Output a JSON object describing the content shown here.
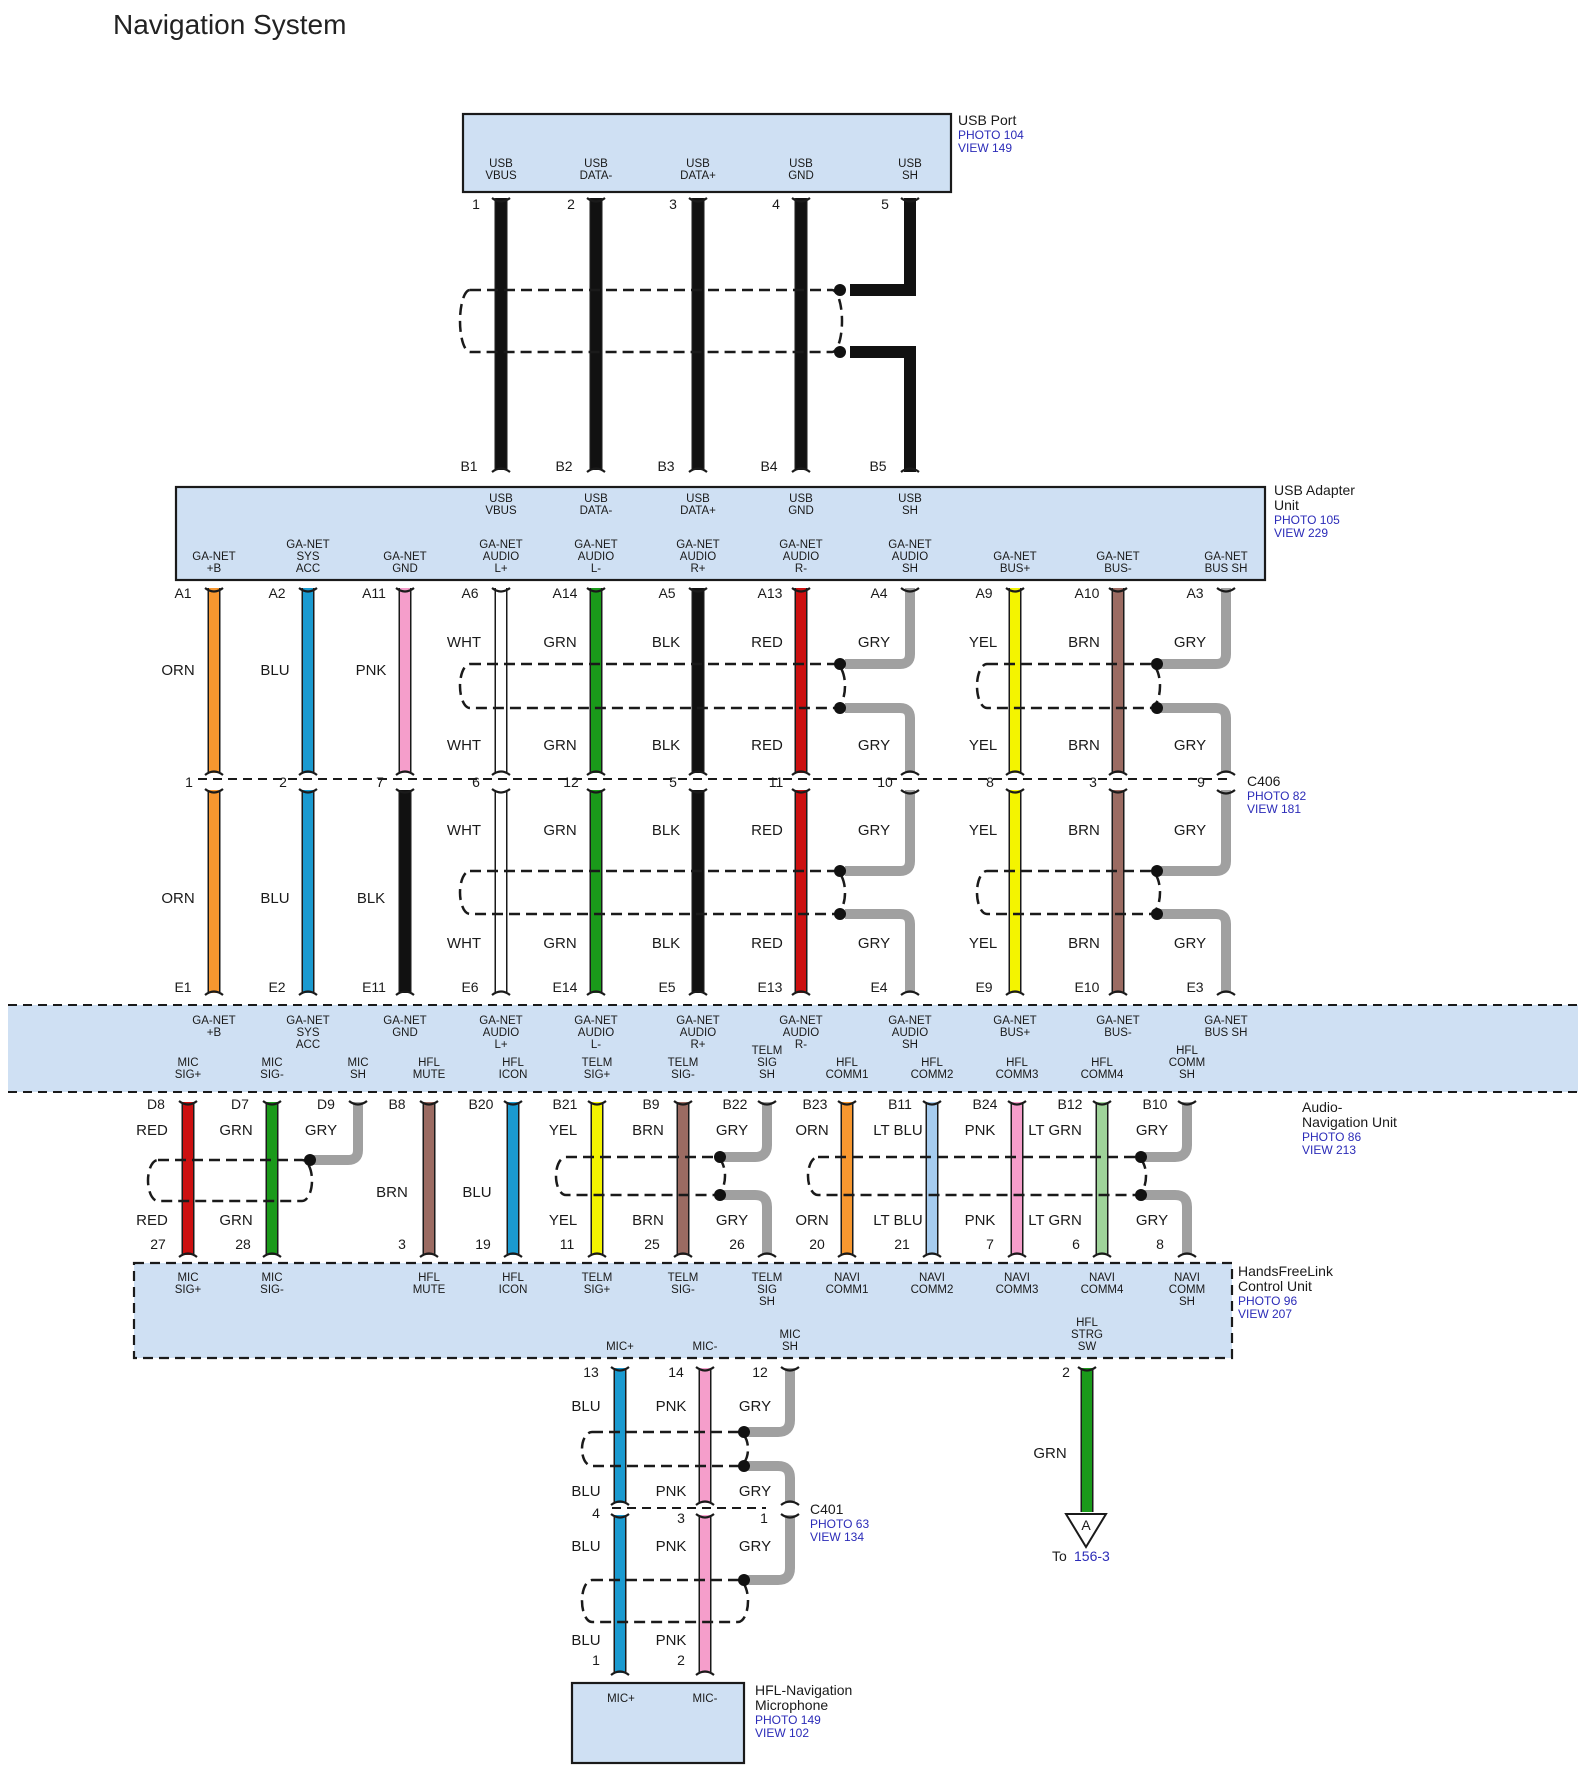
{
  "title": "Navigation System",
  "colors": {
    "ORN": "#f7972f",
    "BLU": "#1a9ad0",
    "PNK": "#f59ecb",
    "BLK": "#111111",
    "WHT": "#ffffff",
    "GRN": "#1a9a1a",
    "RED": "#cc1010",
    "GRY": "#a0a0a0",
    "YEL": "#f4f400",
    "BRN": "#9b6b62",
    "LT BLU": "#a6ccef",
    "LT GRN": "#9fd39a"
  },
  "components": {
    "usb_port": {
      "name": "USB Port",
      "photo": "PHOTO 104",
      "view": "VIEW 149",
      "terms": [
        [
          "USB",
          "VBUS"
        ],
        [
          "USB",
          "DATA-"
        ],
        [
          "USB",
          "DATA+"
        ],
        [
          "USB",
          "GND"
        ],
        [
          "USB",
          "SH"
        ]
      ],
      "pins": [
        "1",
        "2",
        "3",
        "4",
        "5"
      ]
    },
    "usb_adapter": {
      "name": [
        "USB Adapter",
        "Unit"
      ],
      "photo": "PHOTO 105",
      "view": "VIEW 229",
      "top_pins": [
        "B1",
        "B2",
        "B3",
        "B4",
        "B5"
      ],
      "top_terms": [
        [
          "USB",
          "VBUS"
        ],
        [
          "USB",
          "DATA-"
        ],
        [
          "USB",
          "DATA+"
        ],
        [
          "USB",
          "GND"
        ],
        [
          "USB",
          "SH"
        ]
      ],
      "bottom_terms": [
        [
          "GA-NET",
          "+B"
        ],
        [
          "GA-NET",
          "SYS",
          "ACC"
        ],
        [
          "GA-NET",
          "GND"
        ],
        [
          "GA-NET",
          "AUDIO",
          "L+"
        ],
        [
          "GA-NET",
          "AUDIO",
          "L-"
        ],
        [
          "GA-NET",
          "AUDIO",
          "R+"
        ],
        [
          "GA-NET",
          "AUDIO",
          "R-"
        ],
        [
          "GA-NET",
          "AUDIO",
          "SH"
        ],
        [
          "GA-NET",
          "BUS+"
        ],
        [
          "GA-NET",
          "BUS-"
        ],
        [
          "GA-NET",
          "BUS SH"
        ]
      ],
      "bottom_pins": [
        "A1",
        "A2",
        "A11",
        "A6",
        "A14",
        "A5",
        "A13",
        "A4",
        "A9",
        "A10",
        "A3"
      ]
    },
    "c406": {
      "name": "C406",
      "photo": "PHOTO 82",
      "view": "VIEW 181",
      "pins": [
        "1",
        "2",
        "7",
        "6",
        "12",
        "5",
        "11",
        "10",
        "8",
        "3",
        "9"
      ]
    },
    "anu": {
      "name": [
        "Audio-",
        "Navigation Unit"
      ],
      "photo": "PHOTO 86",
      "view": "VIEW 213",
      "top_pins": [
        "E1",
        "E2",
        "E11",
        "E6",
        "E14",
        "E5",
        "E13",
        "E4",
        "E9",
        "E10",
        "E3"
      ],
      "top_terms": [
        [
          "GA-NET",
          "+B"
        ],
        [
          "GA-NET",
          "SYS",
          "ACC"
        ],
        [
          "GA-NET",
          "GND"
        ],
        [
          "GA-NET",
          "AUDIO",
          "L+"
        ],
        [
          "GA-NET",
          "AUDIO",
          "L-"
        ],
        [
          "GA-NET",
          "AUDIO",
          "R+"
        ],
        [
          "GA-NET",
          "AUDIO",
          "R-"
        ],
        [
          "GA-NET",
          "AUDIO",
          "SH"
        ],
        [
          "GA-NET",
          "BUS+"
        ],
        [
          "GA-NET",
          "BUS-"
        ],
        [
          "GA-NET",
          "BUS SH"
        ]
      ],
      "bottom_terms": [
        [
          "MIC",
          "SIG+"
        ],
        [
          "MIC",
          "SIG-"
        ],
        [
          "MIC",
          "SH"
        ],
        [
          "HFL",
          "MUTE"
        ],
        [
          "HFL",
          "ICON"
        ],
        [
          "TELM",
          "SIG+"
        ],
        [
          "TELM",
          "SIG-"
        ],
        [
          "TELM",
          "SIG",
          "SH"
        ],
        [
          "HFL",
          "COMM1"
        ],
        [
          "HFL",
          "COMM2"
        ],
        [
          "HFL",
          "COMM3"
        ],
        [
          "HFL",
          "COMM4"
        ],
        [
          "HFL",
          "COMM",
          "SH"
        ]
      ],
      "bottom_pins": [
        "D8",
        "D7",
        "D9",
        "B8",
        "B20",
        "B21",
        "B9",
        "B22",
        "B23",
        "B11",
        "B24",
        "B12",
        "B10"
      ]
    },
    "hfl": {
      "name": [
        "HandsFreeLink",
        "Control Unit"
      ],
      "photo": "PHOTO 96",
      "view": "VIEW 207",
      "top_pins": [
        "27",
        "28",
        "3",
        "19",
        "11",
        "25",
        "26",
        "20",
        "21",
        "7",
        "6",
        "8"
      ],
      "top_terms": [
        [
          "MIC",
          "SIG+"
        ],
        [
          "MIC",
          "SIG-"
        ],
        [
          "HFL",
          "MUTE"
        ],
        [
          "HFL",
          "ICON"
        ],
        [
          "TELM",
          "SIG+"
        ],
        [
          "TELM",
          "SIG-"
        ],
        [
          "TELM",
          "SIG",
          "SH"
        ],
        [
          "NAVI",
          "COMM1"
        ],
        [
          "NAVI",
          "COMM2"
        ],
        [
          "NAVI",
          "COMM3"
        ],
        [
          "NAVI",
          "COMM4"
        ],
        [
          "NAVI",
          "COMM",
          "SH"
        ]
      ],
      "bottom_terms": [
        [
          "MIC+"
        ],
        [
          "MIC-"
        ],
        [
          "MIC",
          "SH"
        ],
        [
          "HFL",
          "STRG",
          "SW"
        ]
      ],
      "bottom_pins": [
        "13",
        "14",
        "12",
        "2"
      ]
    },
    "c401": {
      "name": "C401",
      "photo": "PHOTO 63",
      "view": "VIEW 134",
      "pins": [
        "4",
        "3",
        "1"
      ]
    },
    "mic": {
      "name": [
        "HFL-Navigation",
        "Microphone"
      ],
      "photo": "PHOTO 149",
      "view": "VIEW 102",
      "terms": [
        "MIC+",
        "MIC-"
      ],
      "pins": [
        "1",
        "2"
      ]
    }
  },
  "wires": {
    "sec1_upper": [
      "ORN",
      "BLU",
      "PNK",
      "WHT",
      "GRN",
      "BLK",
      "RED",
      "GRY",
      "YEL",
      "BRN",
      "GRY"
    ],
    "sec1_lower": [
      "WHT",
      "GRN",
      "BLK",
      "RED",
      "GRY",
      "YEL",
      "BRN",
      "GRY"
    ],
    "sec2_left": [
      "ORN",
      "BLU",
      "BLK"
    ],
    "sec2_upper": [
      "WHT",
      "GRN",
      "BLK",
      "RED",
      "GRY",
      "YEL",
      "BRN",
      "GRY"
    ],
    "sec2_lower": [
      "WHT",
      "GRN",
      "BLK",
      "RED",
      "GRY",
      "YEL",
      "BRN",
      "GRY"
    ],
    "sec3_upper": [
      "RED",
      "GRN",
      "GRY",
      "YEL",
      "BRN",
      "GRY",
      "ORN",
      "LT BLU",
      "PNK",
      "LT GRN",
      "GRY"
    ],
    "sec3_mid": [
      "BRN",
      "BLU"
    ],
    "sec3_lower": [
      "RED",
      "GRN",
      "YEL",
      "BRN",
      "GRY",
      "ORN",
      "LT BLU",
      "PNK",
      "LT GRN",
      "GRY"
    ],
    "sec4_upper": [
      "BLU",
      "PNK",
      "GRY"
    ],
    "sec4_lower": [
      "BLU",
      "PNK",
      "GRY"
    ],
    "sec4_grn": "GRN",
    "sec5_upper": [
      "BLU",
      "PNK",
      "GRY"
    ],
    "sec5_lower": [
      "BLU",
      "PNK"
    ]
  },
  "ground": {
    "symbol": "A",
    "to": "To",
    "ref": "156-3"
  }
}
